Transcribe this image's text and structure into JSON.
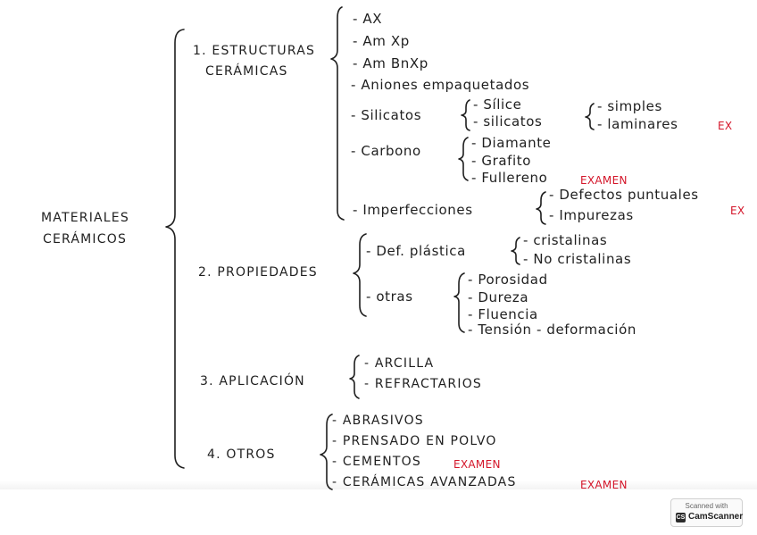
{
  "root": {
    "line1": "MATERIALES",
    "line2": "CERÁMICOS"
  },
  "sections": {
    "estructuras": {
      "title_line1": "1. ESTRUCTURAS",
      "title_line2": "CERÁMICAS",
      "items": {
        "ax": "- AX",
        "amxp": "- Am Xp",
        "ambnxp": "- Am BnXp",
        "aniones": "- Aniones empaquetados",
        "silicatos": {
          "label": "- Silicatos",
          "silice": "- Sílice",
          "silicatos": "- silicatos",
          "simples": "- simples",
          "laminares": "- laminares",
          "laminares_mark": "EX"
        },
        "carbono": {
          "label": "- Carbono",
          "diamante": "- Diamante",
          "grafito": "- Grafito",
          "fullereno": "- Fullereno",
          "fullereno_mark": "EXAMEN"
        },
        "imperfecciones": {
          "label": "- Imperfecciones",
          "defectos": "- Defectos puntuales",
          "defectos_mark": "EX",
          "impurezas": "- Impurezas"
        }
      }
    },
    "propiedades": {
      "title": "2. PROPIEDADES",
      "def_plastica": {
        "label": "- Def. plástica",
        "cristalinas": "- cristalinas",
        "no_cristalinas": "- No cristalinas"
      },
      "otras": {
        "label": "- otras",
        "porosidad": "- Porosidad",
        "dureza": "- Dureza",
        "fluencia": "- Fluencia",
        "tension": "- Tensión - deformación"
      }
    },
    "aplicacion": {
      "title": "3. APLICACIÓN",
      "arcilla": "- ARCILLA",
      "refractarios": "- REFRACTARIOS"
    },
    "otros": {
      "title": "4. OTROS",
      "abrasivos": "- ABRASIVOS",
      "prensado": "- PRENSADO EN POLVO",
      "cementos": "- CEMENTOS",
      "cementos_mark": "EXAMEN",
      "ceramicas": "- CERÁMICAS AVANZADAS",
      "ceramicas_mark": "EXAMEN"
    }
  },
  "watermark": {
    "top": "Scanned with",
    "name": "CamScanner",
    "logo": "CS"
  },
  "colors": {
    "ink": "#1f1f1f",
    "exam_mark": "#d4162a"
  }
}
